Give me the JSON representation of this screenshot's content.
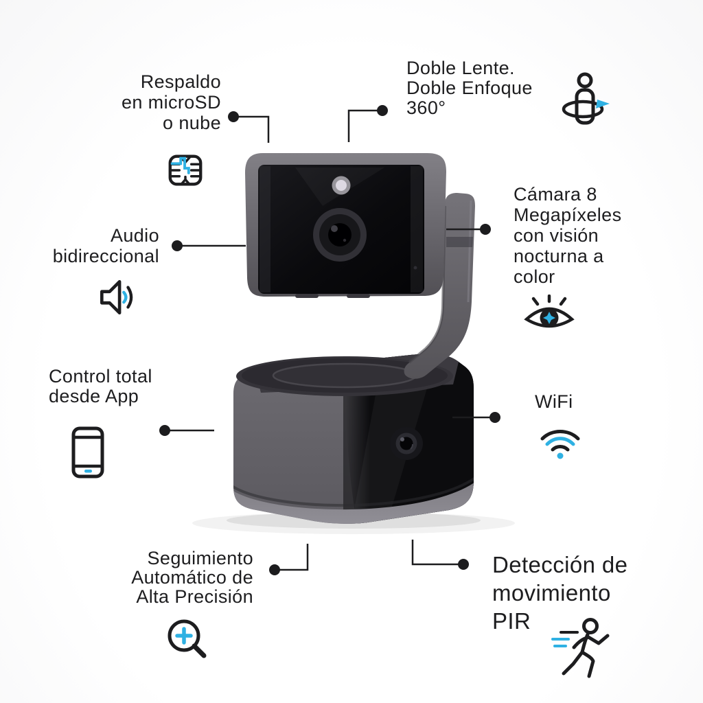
{
  "colors": {
    "accent": "#2fb1e3",
    "ink": "#1d1d1f"
  },
  "product": {
    "name": "Cámara de seguridad pan-tilt"
  },
  "features": {
    "respaldo": {
      "label": "Respaldo\nen microSD\no nube",
      "icon": "sd-chip-icon"
    },
    "doble_lente": {
      "label": "Doble Lente.\nDoble Enfoque\n360°",
      "icon": "person-360-icon"
    },
    "camara": {
      "label": "Cámara 8\nMegapíxeles\ncon visión\nnocturna a\ncolor",
      "icon": "night-vision-eye-icon"
    },
    "audio": {
      "label": "Audio\nbidireccional",
      "icon": "speaker-icon"
    },
    "control": {
      "label": "Control total\ndesde App",
      "icon": "smartphone-icon"
    },
    "wifi": {
      "label": "WiFi",
      "icon": "wifi-icon"
    },
    "seguimiento": {
      "label": "Seguimiento\nAutomático de\nAlta Precisión",
      "icon": "magnifier-plus-icon"
    },
    "deteccion": {
      "label": "Detección de\nmovimiento\nPIR",
      "icon": "running-person-icon"
    }
  }
}
